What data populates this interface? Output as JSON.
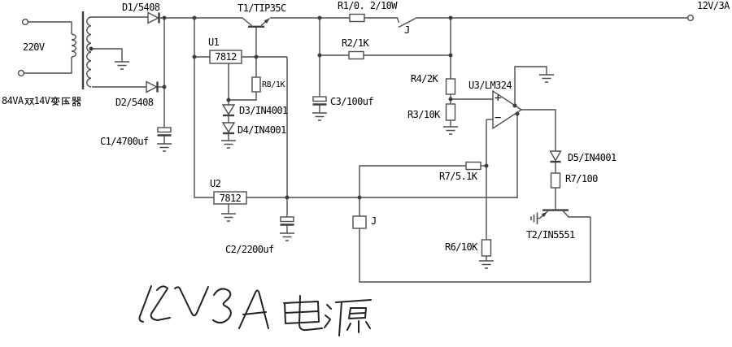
{
  "schematic": {
    "handwritten_title": "12V3A电源",
    "labels": {
      "input_voltage": "220V",
      "transformer_full": "84VA双14V变压器",
      "transformer_latin1": "84VA",
      "transformer_cjk1": "双",
      "transformer_latin2": "14V",
      "transformer_cjk2": "变压器",
      "d1": "D1/5408",
      "d2": "D2/5408",
      "c1": "C1/4700uf",
      "t1": "T1/TIP35C",
      "u1": "U1",
      "u1_part": "7812",
      "r8": "R8/1K",
      "d3": "D3/IN4001",
      "d4": "D4/IN4001",
      "u2": "U2",
      "u2_part": "7812",
      "c2": "C2/2200uf",
      "r1": "R1/0. 2/10W",
      "relay_contact": "J",
      "relay_coil": "J",
      "r2": "R2/1K",
      "c3": "C3/100uf",
      "r4": "R4/2K",
      "r3": "R3/10K",
      "u3": "U3/LM324",
      "opamp_plus": "+",
      "opamp_minus": "−",
      "r7a": "R7/5.1K",
      "r6": "R6/10K",
      "d5": "D5/IN4001",
      "r7b": "R7/100",
      "t2": "T2/IN5551",
      "output": "12V/3A"
    },
    "colors": {
      "wire": "#4d4d4d",
      "text": "#000000",
      "background": "#ffffff"
    }
  }
}
